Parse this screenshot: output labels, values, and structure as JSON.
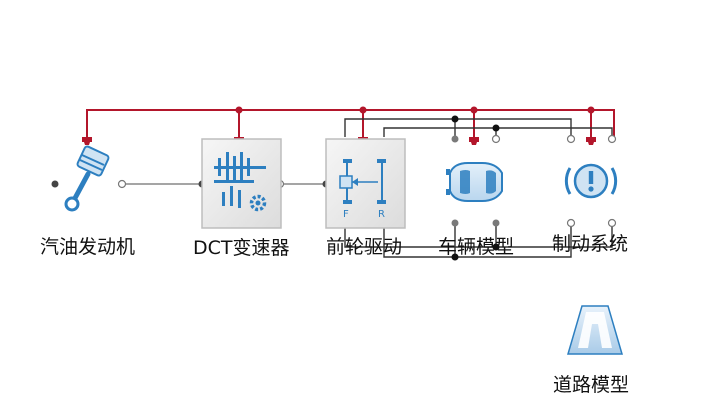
{
  "blocks": [
    {
      "id": "engine",
      "label": "汽油发动机",
      "icon": "piston-icon"
    },
    {
      "id": "dct",
      "label": "DCT变速器",
      "icon": "gearbox-icon"
    },
    {
      "id": "drive",
      "label": "前轮驱动",
      "icon": "fwd-axle-icon",
      "axle_labels": [
        "F",
        "R"
      ]
    },
    {
      "id": "vehicle",
      "label": "车辆模型",
      "icon": "car-icon"
    },
    {
      "id": "brake",
      "label": "制动系统",
      "icon": "brake-warning-icon"
    },
    {
      "id": "road",
      "label": "道路模型",
      "icon": "road-icon"
    }
  ],
  "colors": {
    "bus": "#b3162b",
    "icon_blue": "#2d7fc0",
    "icon_light": "#cfe3f3",
    "block_bg": "#ececec",
    "wire": "#333333"
  }
}
